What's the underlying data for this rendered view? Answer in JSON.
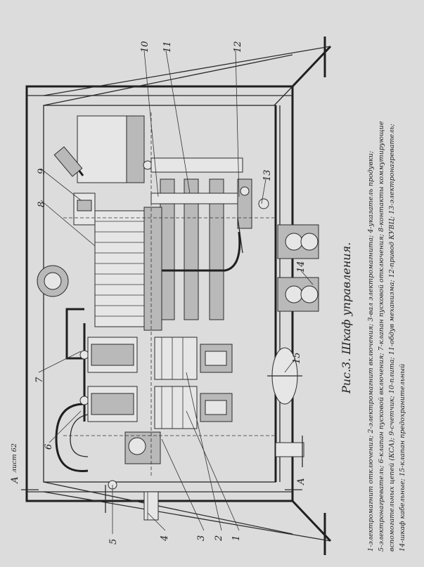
{
  "caption": "Рис.3. Шкаф управления.",
  "legend_lines": [
    "1-электромагнит отключения; 2-электромагнит включения; 3-вал электромагнита; 4-указатель продувки;",
    "5-электронагреватель; 6-клапан пусковой включения; 7-клапан пусковой отключения; 8-контакты коммутирующие",
    "вспомогательных цепей (КСА); 9-счетчик; 10-плита; 11-обдув механизма; 12-привод КУВЦ; 13-электронагреватель;",
    "14-шкаф кабельные; 15-клапан предохранительный"
  ],
  "section_marks": {
    "top_letter": "А",
    "top_sub": "лист 62",
    "bottom_letter": "А"
  },
  "callouts": [
    "1",
    "2",
    "3",
    "4",
    "5",
    "6",
    "7",
    "8",
    "9",
    "10",
    "11",
    "12",
    "13",
    "14",
    "15"
  ],
  "colors": {
    "paper": "#dcdcdc",
    "ink": "#2b2b2b"
  }
}
